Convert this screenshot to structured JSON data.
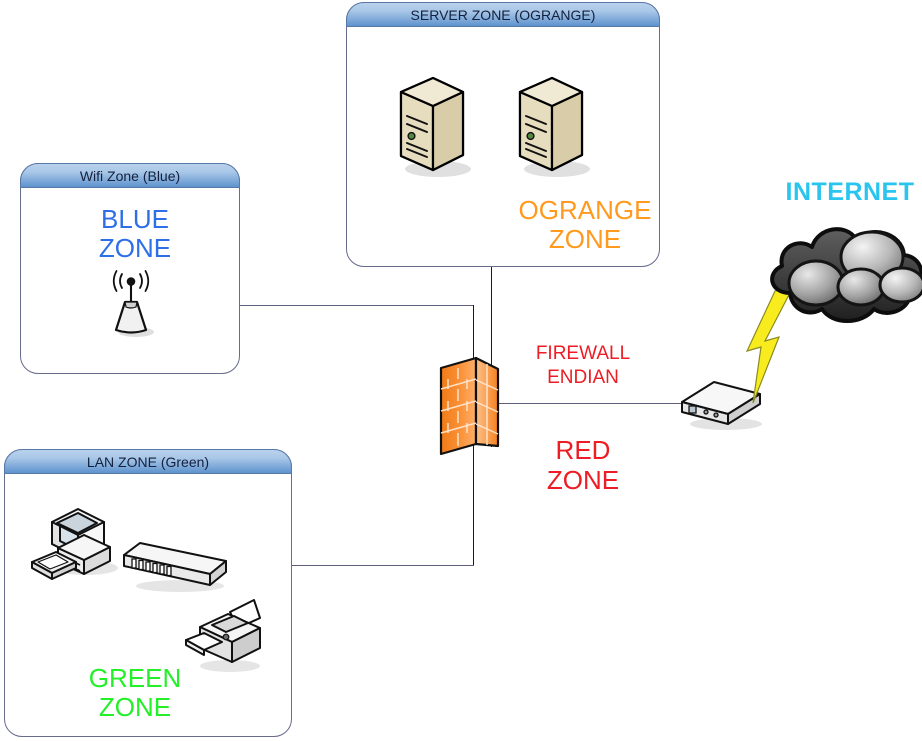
{
  "diagram": {
    "title": "Endian firewall network zones diagram",
    "background": "#ffffff",
    "colors": {
      "zone_header_top": "#b9d2ec",
      "zone_header_bottom": "#5e93cd",
      "zone_border": "#676b8c",
      "blue_zone_text": "#2e6fe8",
      "orange_zone_text": "#ff9a1f",
      "green_zone_text": "#23f029",
      "red_zone_text": "#ee1c24",
      "internet_text": "#29c5ef",
      "line": "#5d5f7a",
      "firewall_brick": "#f58220"
    }
  },
  "zones": {
    "server": {
      "header": "SERVER ZONE (OGRANGE)",
      "label": "OGRANGE\nZONE",
      "label_color": "#ff9a1f",
      "devices": [
        "server-tower-1",
        "server-tower-2"
      ]
    },
    "wifi": {
      "header": "Wifi Zone (Blue)",
      "label": "BLUE\nZONE",
      "label_color": "#2e6fe8",
      "devices": [
        "wireless-access-point"
      ]
    },
    "lan": {
      "header": "LAN ZONE (Green)",
      "label": "GREEN\nZONE",
      "label_color": "#23f029",
      "devices": [
        "desktop-computer",
        "network-switch",
        "printer"
      ]
    }
  },
  "red_zone": {
    "firewall_label": "FIREWALL\nENDIAN",
    "firewall_label_color": "#ee1c24",
    "label": "RED\nZONE",
    "label_color": "#ee1c24",
    "devices": [
      "firewall-brick-wall",
      "modem-router"
    ]
  },
  "internet": {
    "label": "INTERNET",
    "label_color": "#29c5ef",
    "devices": [
      "internet-cloud",
      "lightning-bolt"
    ]
  }
}
